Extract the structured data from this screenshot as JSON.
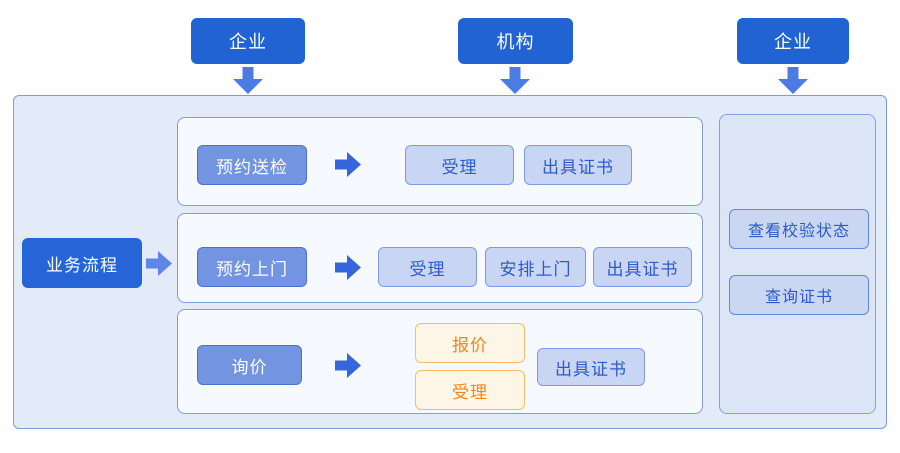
{
  "top_nodes": [
    {
      "label": "企业"
    },
    {
      "label": "机构"
    },
    {
      "label": "企业"
    }
  ],
  "process": {
    "label": "业务流程"
  },
  "rows": [
    {
      "trigger": "预约送检",
      "steps": [
        "受理",
        "出具证书"
      ]
    },
    {
      "trigger": "预约上门",
      "steps": [
        "受理",
        "安排上门",
        "出具证书"
      ]
    },
    {
      "trigger": "询价",
      "quote_steps": [
        "报价",
        "受理"
      ],
      "cert_step": "出具证书"
    }
  ],
  "side_panel": {
    "buttons": [
      {
        "label": "查看校验状态"
      },
      {
        "label": "查询证书"
      }
    ]
  },
  "icons": {
    "down_arrow": "block-arrow-down",
    "right_arrow": "block-arrow-right"
  },
  "colors": {
    "primary_blue": "#2263D4",
    "top_arrow_blue": "#4B7BE3",
    "flow_arrow_blue": "#3566DB",
    "process_arrow_blue": "#5E86E6",
    "trigger_fill": "#7394E1",
    "step_fill": "#C8D6F3",
    "step_text": "#2E5BC8",
    "panel_fill": "#F6F9FE",
    "container_fill": "#E4EBF8",
    "side_panel_fill": "#DCE5F6",
    "orange_fill": "#FDF6E6",
    "orange_border": "#F4BE64",
    "orange_text": "#F0861B"
  }
}
